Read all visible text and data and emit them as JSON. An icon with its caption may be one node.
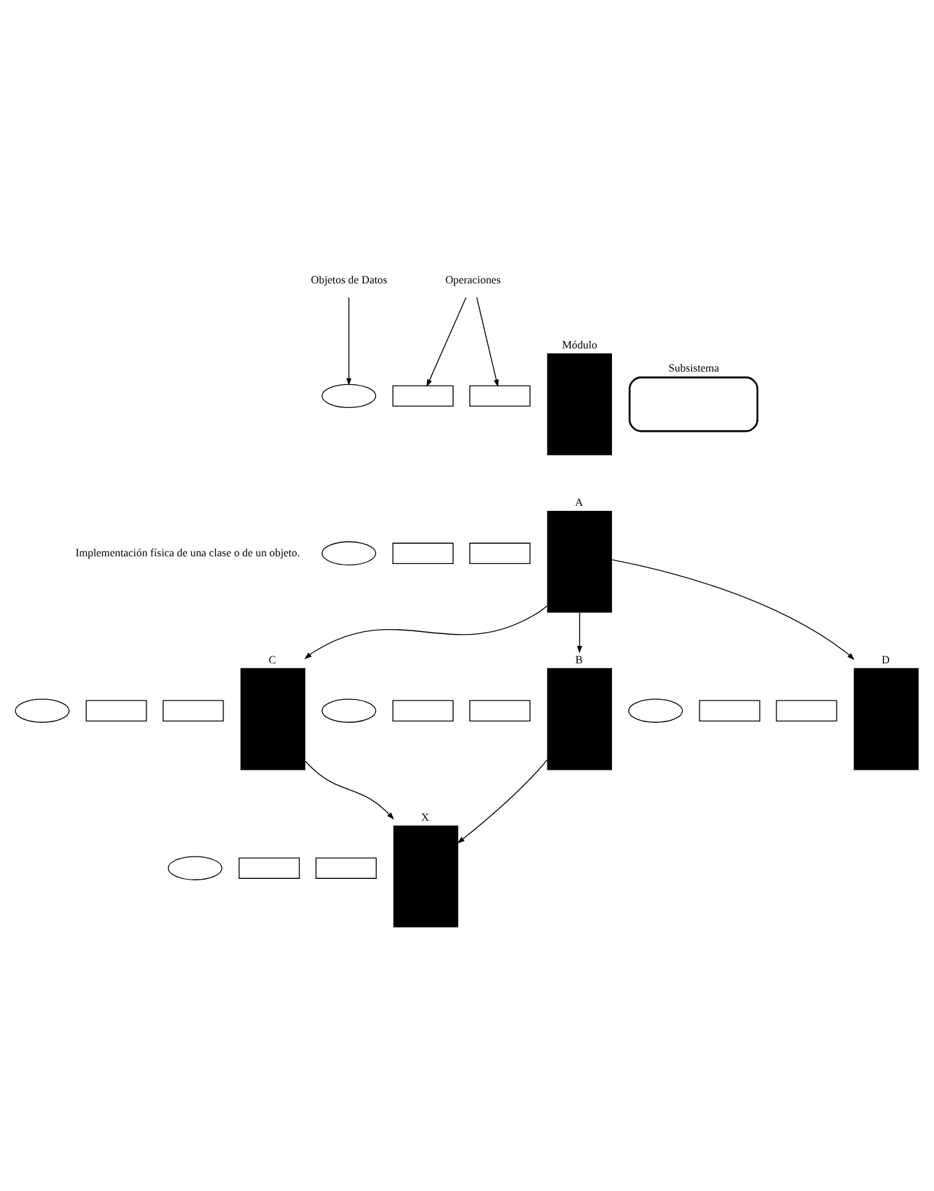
{
  "diagram": {
    "nodes": [
      {
        "text": [
          "Módulo"
        ]
      },
      {
        "text": [],
        "shape": "ellipse"
      },
      {
        "text": [],
        "shape": "box"
      },
      {
        "text": [],
        "shape": "box"
      },
      {
        "text": [
          "Objetos de Datos"
        ]
      },
      {
        "text": [
          "Operaciones"
        ]
      },
      {
        "text": [
          "Subsistema"
        ]
      },
      {
        "text": [
          "A"
        ]
      },
      {
        "text": [],
        "shape": "ellipse"
      },
      {
        "text": [],
        "shape": "box"
      },
      {
        "text": [],
        "shape": "box"
      },
      {
        "text": [
          "B"
        ]
      },
      {
        "text": [],
        "shape": "ellipse"
      },
      {
        "text": [],
        "shape": "box"
      },
      {
        "text": [],
        "shape": "box"
      },
      {
        "text": [
          "C"
        ]
      },
      {
        "text": [],
        "shape": "ellipse"
      },
      {
        "text": [],
        "shape": "box"
      },
      {
        "text": [],
        "shape": "box"
      },
      {
        "text": [
          "D"
        ]
      },
      {
        "text": [],
        "shape": "ellipse"
      },
      {
        "text": [],
        "shape": "box"
      },
      {
        "text": [],
        "shape": "box"
      },
      {
        "text": [
          "X"
        ]
      },
      {
        "text": [],
        "shape": "ellipse"
      },
      {
        "text": [],
        "shape": "box"
      },
      {
        "text": [],
        "shape": "box"
      }
    ],
    "edges": [
      {
        "from": 4,
        "to": 1,
        "arrow": "to"
      },
      {
        "from": 5,
        "to": 2,
        "arrow": "to"
      },
      {
        "from": 5,
        "to": 3,
        "arrow": "to"
      },
      {
        "from": 7,
        "to": 11,
        "arrow": "to"
      },
      {
        "from": 7,
        "to": 15,
        "arrow": "to"
      },
      {
        "from": 7,
        "to": 19,
        "arrow": "to"
      },
      {
        "from": 11,
        "to": 23,
        "arrow": "to"
      },
      {
        "from": 15,
        "to": 23,
        "arrow": "to"
      }
    ],
    "labels": [
      "Implementación física de una clase o de un objeto."
    ]
  }
}
